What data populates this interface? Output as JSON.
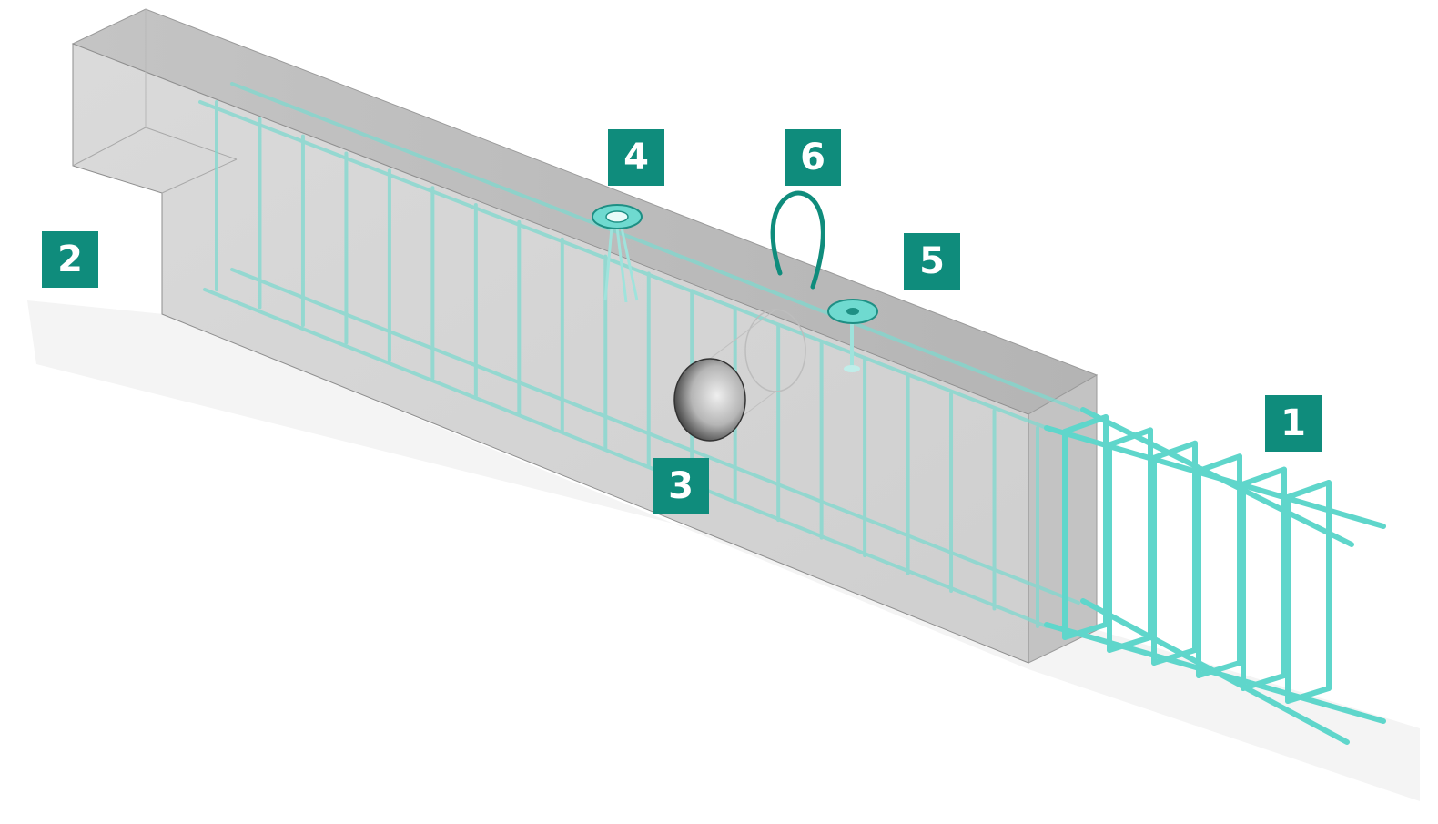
{
  "colors": {
    "badge": "#0f8c7c",
    "rebar": "#5fd6cb",
    "rebar_dark": "#2fb5a8",
    "concrete_front": "#d4d4d4",
    "concrete_top": "#bdbdbd",
    "concrete_end": "#c2c2c2",
    "background": "#ffffff"
  },
  "callouts": [
    {
      "id": "1",
      "label": "1",
      "target": "protruding-reinforcement-cage"
    },
    {
      "id": "2",
      "label": "2",
      "target": "beam-end-notch"
    },
    {
      "id": "3",
      "label": "3",
      "target": "web-opening"
    },
    {
      "id": "4",
      "label": "4",
      "target": "anchor-insert"
    },
    {
      "id": "5",
      "label": "5",
      "target": "anchor-insert"
    },
    {
      "id": "6",
      "label": "6",
      "target": "lifting-loop"
    }
  ],
  "stirrup_count": 20,
  "cage_stirrup_count": 6
}
